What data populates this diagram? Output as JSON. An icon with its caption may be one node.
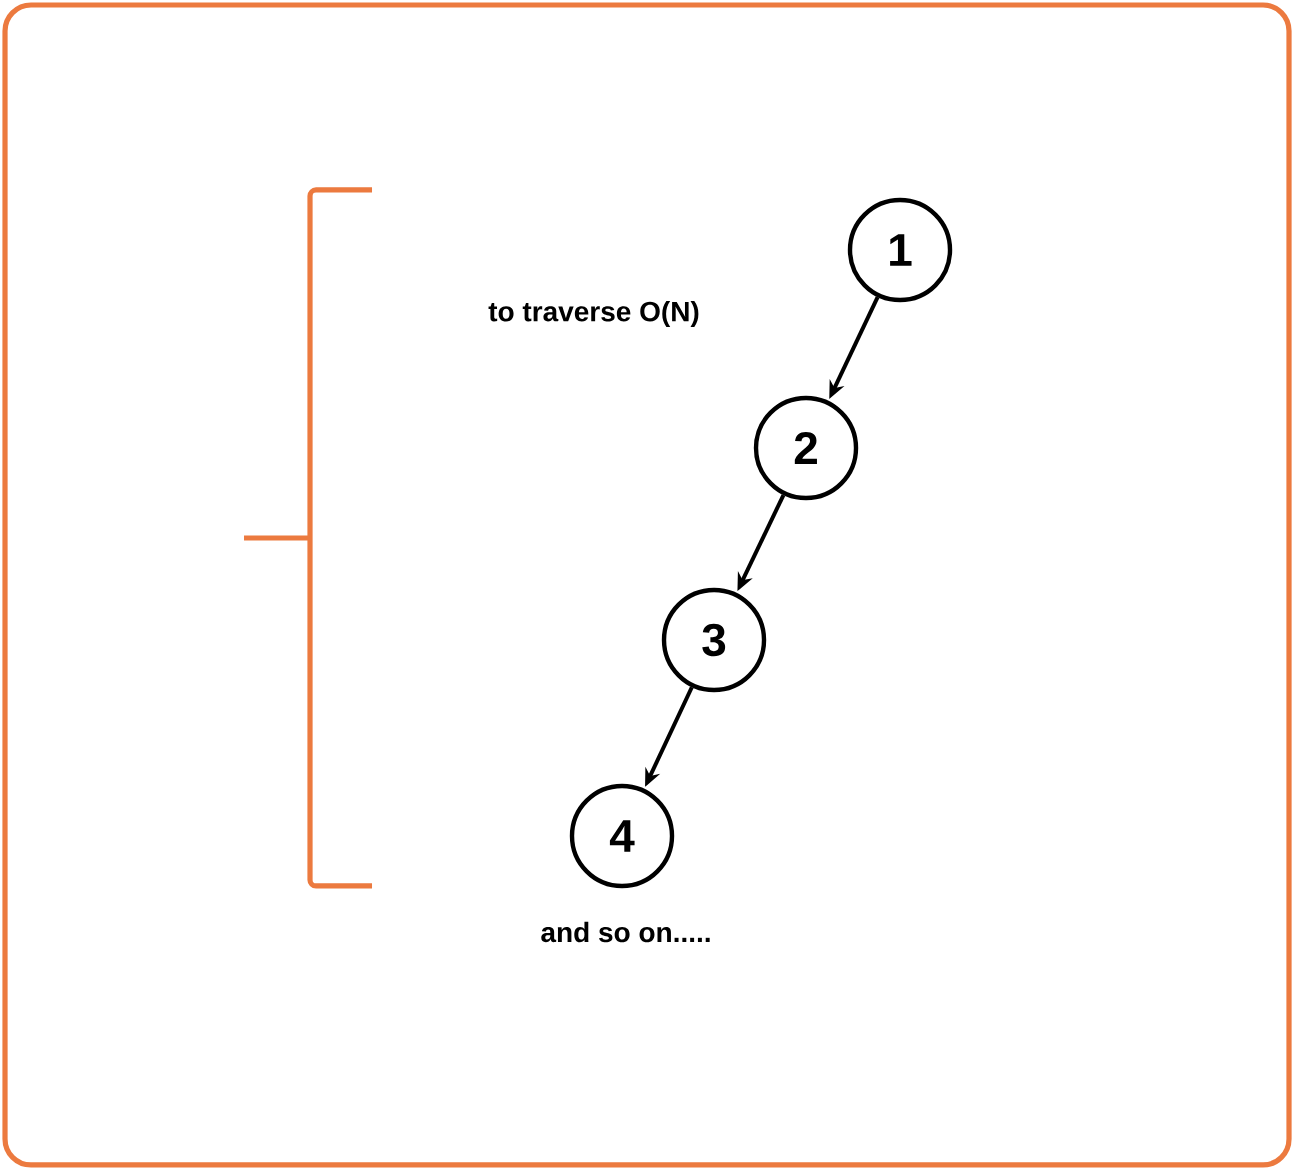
{
  "diagram": {
    "nodes": [
      {
        "text": [
          "1"
        ]
      },
      {
        "text": [
          "2"
        ]
      },
      {
        "text": [
          "3"
        ]
      },
      {
        "text": [
          "4"
        ]
      }
    ],
    "edges": [
      {
        "from": 0,
        "to": 1,
        "arrow": "to"
      },
      {
        "from": 1,
        "to": 2,
        "arrow": "to"
      },
      {
        "from": 2,
        "to": 3,
        "arrow": "to"
      }
    ],
    "labels": [
      "to traverse O(N)",
      "and so on....."
    ]
  }
}
